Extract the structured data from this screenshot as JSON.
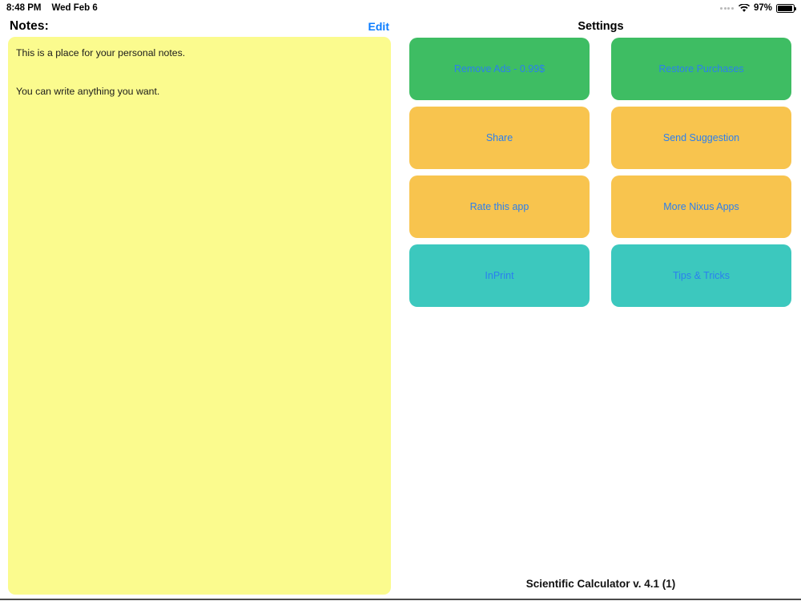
{
  "status_bar": {
    "time": "8:48 PM",
    "date": "Wed Feb 6",
    "battery_percent": "97%",
    "icons": {
      "signal": "signal-dots-icon",
      "wifi": "wifi-icon",
      "battery": "battery-icon"
    }
  },
  "notes_panel": {
    "title": "Notes:",
    "edit_label": "Edit",
    "content": "This is a place for your personal notes.\n\nYou can write anything you want.",
    "placeholder": "This is a place for your personal notes.",
    "background_color": "#fbfb8e"
  },
  "settings_panel": {
    "title": "Settings",
    "tiles": [
      {
        "label": "Remove Ads - 0.99$",
        "color": "#3ebd63",
        "name": "remove-ads-button"
      },
      {
        "label": "Restore Purchases",
        "color": "#3ebd63",
        "name": "restore-purchases-button"
      },
      {
        "label": "Share",
        "color": "#f8c44e",
        "name": "share-button"
      },
      {
        "label": "Send Suggestion",
        "color": "#f8c44e",
        "name": "send-suggestion-button"
      },
      {
        "label": "Rate this app",
        "color": "#f8c44e",
        "name": "rate-this-app-button"
      },
      {
        "label": "More Nixus Apps",
        "color": "#f8c44e",
        "name": "more-nixus-apps-button"
      },
      {
        "label": "InPrint",
        "color": "#3cc8be",
        "name": "inprint-button"
      },
      {
        "label": "Tips & Tricks",
        "color": "#3cc8be",
        "name": "tips-and-tricks-button"
      }
    ],
    "label_color": "#2b7fef"
  },
  "footer": {
    "version_text": "Scientific Calculator v. 4.1 (1)"
  }
}
